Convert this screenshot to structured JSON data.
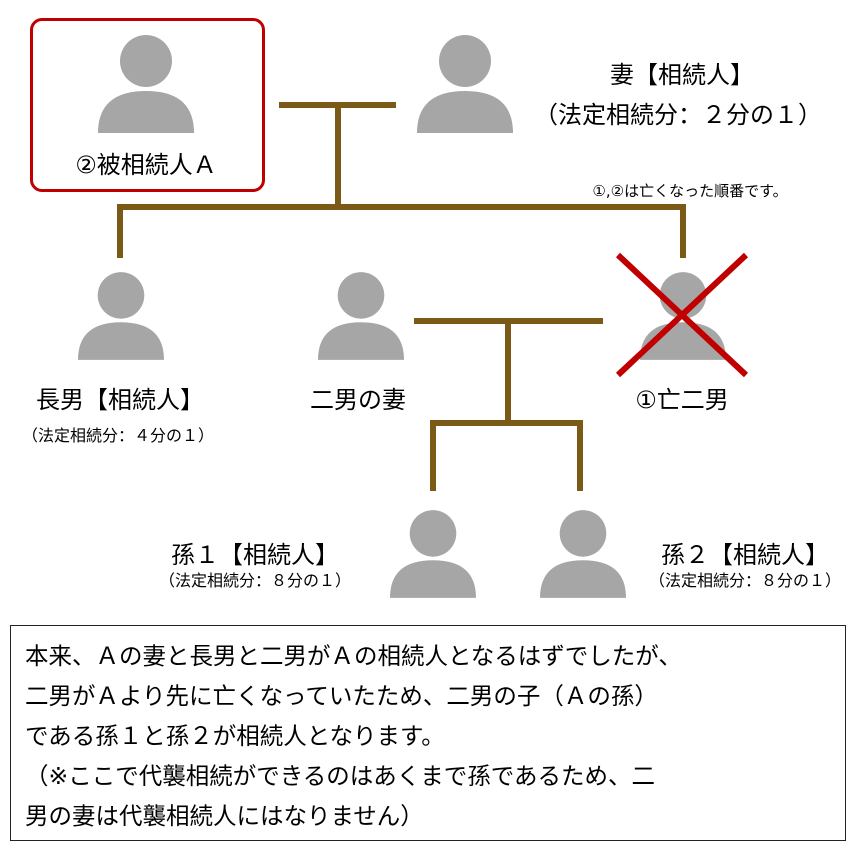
{
  "colors": {
    "line": "#7a5a16",
    "person": "#a6a6a6",
    "highlight": "#c00000",
    "cross": "#c00000"
  },
  "persons": {
    "deceased_a": {
      "label": "②被相続人Ａ"
    },
    "wife": {
      "label": "妻【相続人】",
      "share": "（法定相続分：２分の１）"
    },
    "eldest_son": {
      "label": "長男【相続人】",
      "share": "（法定相続分：４分の１）"
    },
    "second_son_wife": {
      "label": "二男の妻"
    },
    "second_son": {
      "label": "①亡二男"
    },
    "grandchild1": {
      "label": "孫１【相続人】",
      "share": "（法定相続分：８分の１）"
    },
    "grandchild2": {
      "label": "孫２【相続人】",
      "share": "（法定相続分：８分の１）"
    }
  },
  "note": "①,②は亡くなった順番です。",
  "explanation": [
    "本来、Ａの妻と長男と二男がＡの相続人となるはずでしたが、",
    "二男がＡより先に亡くなっていたため、二男の子（Ａの孫）",
    "である孫１と孫２が相続人となります。",
    "（※ここで代襲相続ができるのはあくまで孫であるため、二",
    "男の妻は代襲相続人にはなりません）"
  ]
}
